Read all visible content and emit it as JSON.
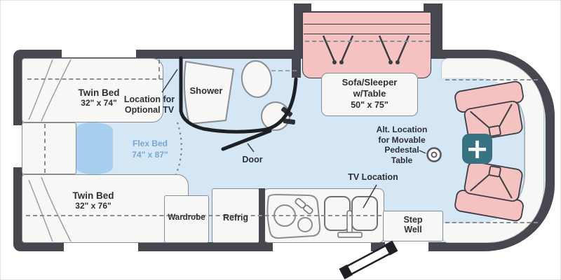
{
  "document": {
    "type": "rv-floorplan"
  },
  "colors": {
    "wall": "#47474f",
    "floor": "#d5e6f5",
    "furniture": "#f7f7f5",
    "accent_pink": "#f4c2c0",
    "flex_blue": "#a6d0ee",
    "teal_marker": "#377381",
    "label_text": "#2e2f36",
    "flex_text": "#74a8d2"
  },
  "labels": {
    "twin_bed_top": {
      "name": "Twin Bed",
      "size": "32\" x 74\""
    },
    "optional_tv": {
      "line1": "Location for",
      "line2": "Optional TV"
    },
    "shower": "Shower",
    "sofa": {
      "line1": "Sofa/Sleeper",
      "line2": "w/Table",
      "size": "50\" x 75\""
    },
    "flex_bed": {
      "name": "Flex Bed",
      "size": "74\" x 87\""
    },
    "alt_table": {
      "line1": "Alt. Location",
      "line2": "for Movable",
      "line3": "Pedestal",
      "line4": "Table"
    },
    "door": "Door",
    "twin_bed_bottom": {
      "name": "Twin Bed",
      "size": "32\" x 76\""
    },
    "wardrobe": "Wardrobe",
    "refrig": "Refrig",
    "tv_location": "TV Location",
    "step_well": {
      "line1": "Step",
      "line2": "Well"
    }
  },
  "icons": {
    "plus_marker": "+"
  }
}
